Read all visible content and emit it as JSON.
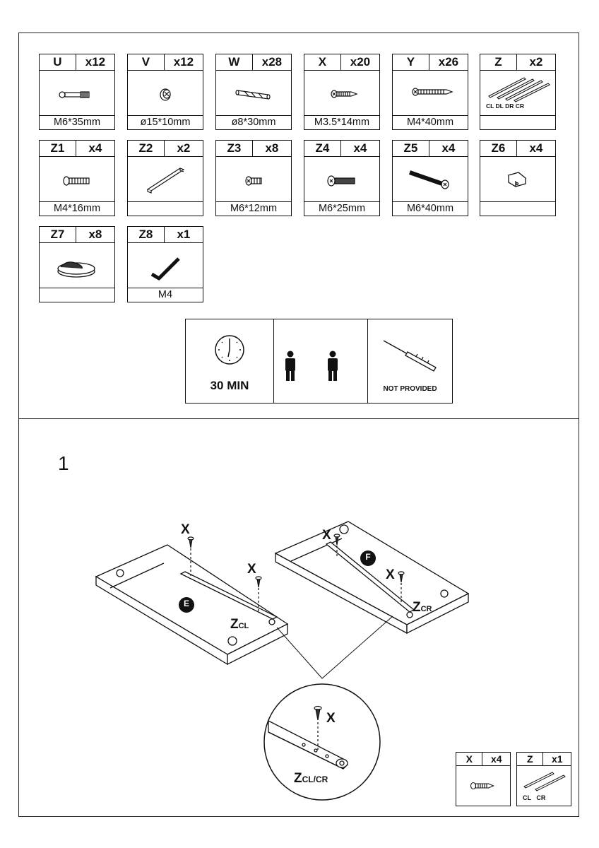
{
  "parts": [
    {
      "code": "U",
      "qty": "x12",
      "spec": "M6*35mm",
      "icon": "cam-bolt-icon"
    },
    {
      "code": "V",
      "qty": "x12",
      "spec": "ø15*10mm",
      "icon": "cam-lock-icon"
    },
    {
      "code": "W",
      "qty": "x28",
      "spec": "ø8*30mm",
      "icon": "wooden-dowel-icon"
    },
    {
      "code": "X",
      "qty": "x20",
      "spec": "M3.5*14mm",
      "icon": "short-screw-icon"
    },
    {
      "code": "Y",
      "qty": "x26",
      "spec": "M4*40mm",
      "icon": "long-screw-icon"
    },
    {
      "code": "Z",
      "qty": "x2",
      "spec": "",
      "icon": "drawer-runners-icon",
      "sublabels": "CL DL DR CR"
    },
    {
      "code": "Z1",
      "qty": "x4",
      "spec": "M4*16mm",
      "icon": "bolt-icon"
    },
    {
      "code": "Z2",
      "qty": "x2",
      "spec": "",
      "icon": "rail-bar-icon"
    },
    {
      "code": "Z3",
      "qty": "x8",
      "spec": "M6*12mm",
      "icon": "short-bolt-icon"
    },
    {
      "code": "Z4",
      "qty": "x4",
      "spec": "M6*25mm",
      "icon": "bolt-icon"
    },
    {
      "code": "Z5",
      "qty": "x4",
      "spec": "M6*40mm",
      "icon": "long-bolt-icon"
    },
    {
      "code": "Z6",
      "qty": "x4",
      "spec": "",
      "icon": "bracket-icon"
    },
    {
      "code": "Z7",
      "qty": "x8",
      "spec": "",
      "icon": "felt-pad-icon"
    },
    {
      "code": "Z8",
      "qty": "x1",
      "spec": "M4",
      "icon": "allen-key-icon"
    }
  ],
  "info": {
    "time": "30 MIN",
    "tool_note": "NOT PROVIDED",
    "people": 2
  },
  "step": {
    "number": "1",
    "panel_left": "E",
    "panel_right": "F",
    "screw_label": "X",
    "runner_left": "Z",
    "runner_left_sub": "CL",
    "runner_right": "Z",
    "runner_right_sub": "CR",
    "detail_screw": "X",
    "detail_runner": "Z",
    "detail_runner_sub": "CL/CR"
  },
  "step_parts": [
    {
      "code": "X",
      "qty": "x4",
      "icon": "short-screw-icon"
    },
    {
      "code": "Z",
      "qty": "x1",
      "icon": "drawer-runners-icon",
      "sublabels": "CL   CR"
    }
  ]
}
